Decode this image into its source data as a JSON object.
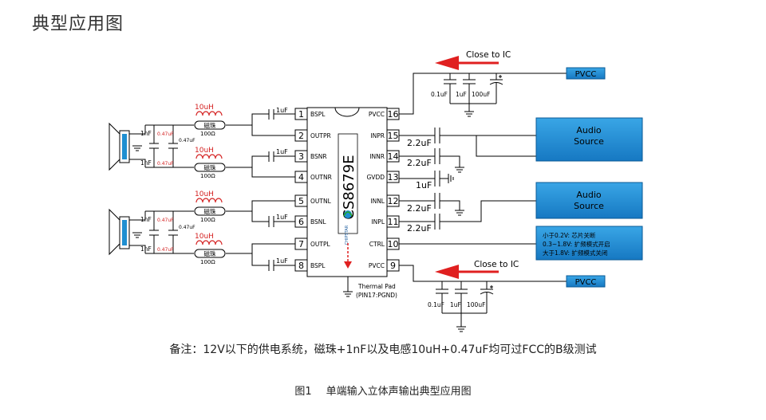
{
  "page_title": "典型应用图",
  "chip": {
    "name": "CS8679E",
    "logo_text": "CHIPSTAR",
    "pins_left": [
      {
        "num": "1",
        "label": "BSPL"
      },
      {
        "num": "2",
        "label": "OUTPR"
      },
      {
        "num": "3",
        "label": "BSNR"
      },
      {
        "num": "4",
        "label": "OUTNR"
      },
      {
        "num": "5",
        "label": "OUTNL"
      },
      {
        "num": "6",
        "label": "BSNL"
      },
      {
        "num": "7",
        "label": "OUTPL"
      },
      {
        "num": "8",
        "label": "BSPL"
      }
    ],
    "pins_right": [
      {
        "num": "16",
        "label": "PVCC"
      },
      {
        "num": "15",
        "label": "INPR"
      },
      {
        "num": "14",
        "label": "INNR"
      },
      {
        "num": "13",
        "label": "GVDD"
      },
      {
        "num": "12",
        "label": "INNL"
      },
      {
        "num": "11",
        "label": "INPL"
      },
      {
        "num": "10",
        "label": "CTRL"
      },
      {
        "num": "9",
        "label": "PVCC"
      }
    ],
    "thermal_pad": [
      "Thermal Pad",
      "(PIN17:PGND)"
    ]
  },
  "components": {
    "bootstrap_cap": "1uF",
    "input_cap": "2.2uF",
    "gvdd_cap": "1uF",
    "inductor": "10uH",
    "bead": "磁珠",
    "bead_value": "100Ω",
    "filter_cap_small": "1nF",
    "filter_cap_large": "0.47uF",
    "decoupling": [
      "0.1uF",
      "1uF",
      "100uF"
    ]
  },
  "supply": {
    "label": "PVCC",
    "note": "Close to IC"
  },
  "audio_source": [
    "Audio",
    "Source"
  ],
  "ctrl_box": [
    "小于0.2V: 芯片关断",
    "0.3~1.8V: 扩频模式开启",
    "大于1.8V: 扩频模式关闭"
  ],
  "note": "备注：12V以下的供电系统，磁珠+1nF以及电感10uH+0.47uF均可过FCC的B级测试",
  "caption": {
    "figure": "图1",
    "text": "单端输入立体声输出典型应用图"
  },
  "colors": {
    "box_blue": "#1f8fd1",
    "arrow_red": "#e02020",
    "inductor_red": "#d42020",
    "line": "#000000"
  }
}
